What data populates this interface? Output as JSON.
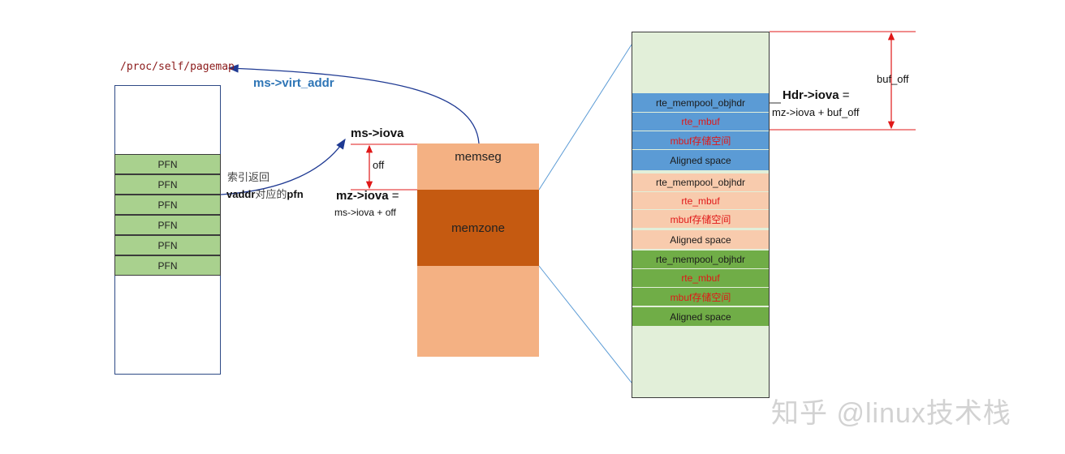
{
  "pagemap": {
    "path": "/proc/self/pagemap",
    "pfn_rows": [
      "PFN",
      "PFN",
      "PFN",
      "PFN",
      "PFN",
      "PFN"
    ]
  },
  "labels": {
    "index_return": "索引返回",
    "vaddr": "vaddr",
    "vaddr_pfn_middle": "对应的",
    "pfn": "pfn",
    "ms_virt_addr": "ms->virt_addr",
    "ms_iova": "ms->iova",
    "off": "off",
    "mz_iova": "mz->iova",
    "mz_iova_eq": " =",
    "mz_iova_formula": "ms->iova + off",
    "hdr_iova": "Hdr->iova",
    "hdr_iova_eq": " =",
    "hdr_iova_formula": "mz->iova + buf_off",
    "buf_off": "buf_off"
  },
  "memseg": {
    "memseg_label": "memseg",
    "memzone_label": "memzone"
  },
  "objects": [
    {
      "hdr": "rte_mempool_objhdr",
      "mbuf": "rte_mbuf",
      "storage": "mbuf存储空间",
      "aligned": "Aligned space"
    },
    {
      "hdr": "rte_mempool_objhdr",
      "mbuf": "rte_mbuf",
      "storage": "mbuf存储空间",
      "aligned": "Aligned space"
    },
    {
      "hdr": "rte_mempool_objhdr",
      "mbuf": "rte_mbuf",
      "storage": "mbuf存储空间",
      "aligned": "Aligned space"
    }
  ],
  "watermark": "知乎 @linux技术栈",
  "colors": {
    "pfn_green": "#a9d18e",
    "memseg_peach": "#f4b183",
    "memzone_orange": "#c55a11",
    "blue_obj": "#5b9bd5",
    "peach_obj": "#f8cbad",
    "green_obj": "#70ad47",
    "detail_bg": "#e2efd9",
    "arrow_blue": "#1f3a93",
    "marker_red": "#e01818"
  }
}
